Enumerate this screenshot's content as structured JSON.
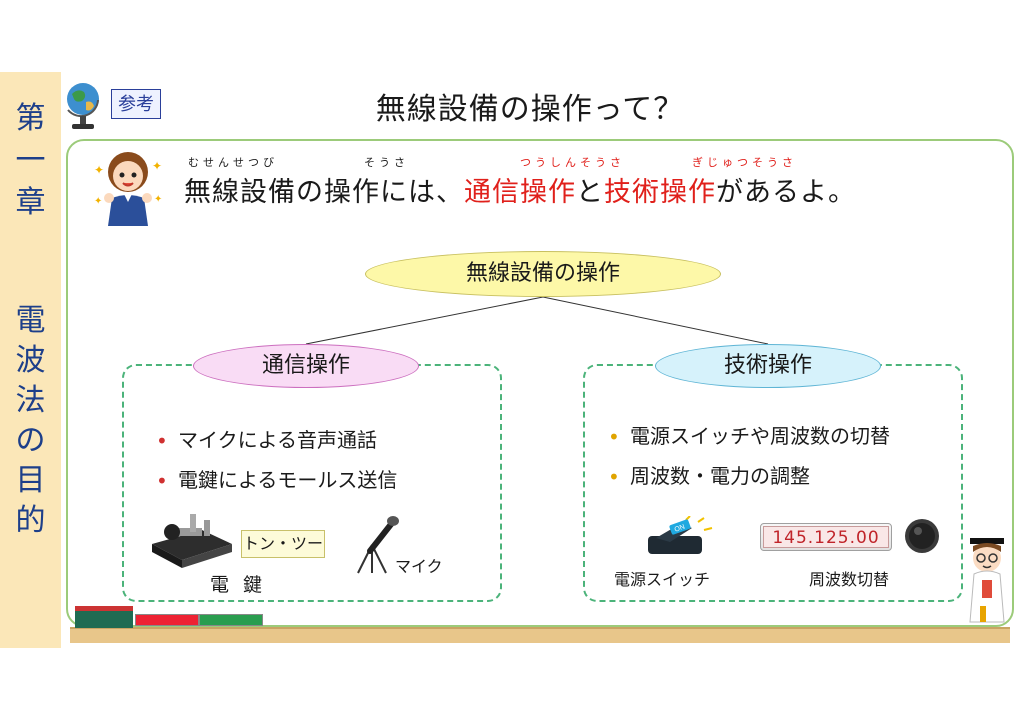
{
  "chapter": {
    "label_top": [
      "第",
      "一",
      "章"
    ],
    "label_bottom": [
      "電",
      "波",
      "法",
      "の",
      "目",
      "的"
    ]
  },
  "header": {
    "badge": "参考",
    "title": "無線設備の操作って？"
  },
  "intro": {
    "ruby_1": "むせんせつび",
    "ruby_2": "そうさ",
    "ruby_3": "つうしんそうさ",
    "ruby_4": "ぎじゅつそうさ",
    "part_1": "無線設備の操作には、",
    "highlight_1": "通信操作",
    "part_2": "と",
    "highlight_2": "技術操作",
    "part_3": "があるよ。"
  },
  "tree": {
    "root": "無線設備の操作",
    "left": {
      "title": "通信操作",
      "items": [
        "マイクによる音声通話",
        "電鍵によるモールス送信"
      ],
      "key_caption": "電 鍵",
      "morse_bubble": "トン・ツー",
      "mic_caption": "マイク"
    },
    "right": {
      "title": "技術操作",
      "items": [
        "電源スイッチや周波数の切替",
        "周波数・電力の調整"
      ],
      "switch_caption": "電源スイッチ",
      "switch_label": "ON",
      "frequency": "145.125.00",
      "freq_caption": "周波数切替"
    }
  },
  "icons": [
    "globe-icon",
    "girl-character-icon",
    "telegraph-key-icon",
    "microphone-icon",
    "power-switch-icon",
    "knob-icon",
    "professor-character-icon"
  ],
  "colors": {
    "highlight": "#e0201b",
    "band": "#fbe7b8",
    "board_border": "#9ccb7a",
    "dashed": "#4bb37a"
  }
}
